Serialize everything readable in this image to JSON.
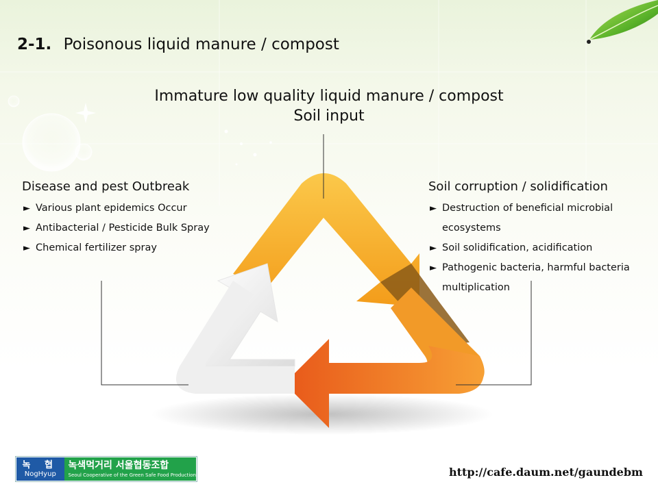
{
  "slide": {
    "number": "2-1.",
    "title": "Poisonous liquid manure / compost"
  },
  "top_node": {
    "line1": "Immature low quality liquid manure / compost",
    "line2": "Soil input"
  },
  "left_node": {
    "title": "Disease  and  pest Outbreak",
    "bullet": "►",
    "items": [
      "Various plant epidemics Occur",
      "Antibacterial / Pesticide Bulk Spray",
      "Chemical fertilizer spray"
    ]
  },
  "right_node": {
    "title": "Soil corruption  / solidification",
    "bullet": "►",
    "items": [
      "Destruction of beneficial microbial ecosystems",
      "Soil solidification, acidification",
      "Pathogenic bacteria, harmful bacteria multiplication"
    ]
  },
  "footer": {
    "logo_korean_blue": "녹 협",
    "logo_english_blue": "NogHyup",
    "logo_korean_green": "녹색먹거리 서울협동조합",
    "logo_english_green": "Seoul Cooperative of the Green Safe Food Production",
    "url": "http://cafe.daum.net/gaundebm"
  },
  "colors": {
    "arrow_yellow": "#f9b52a",
    "arrow_orange": "#ee6b1e",
    "arrow_white": "#f2f2f2",
    "logo_blue": "#1f5aa6",
    "logo_green": "#22a24a"
  }
}
